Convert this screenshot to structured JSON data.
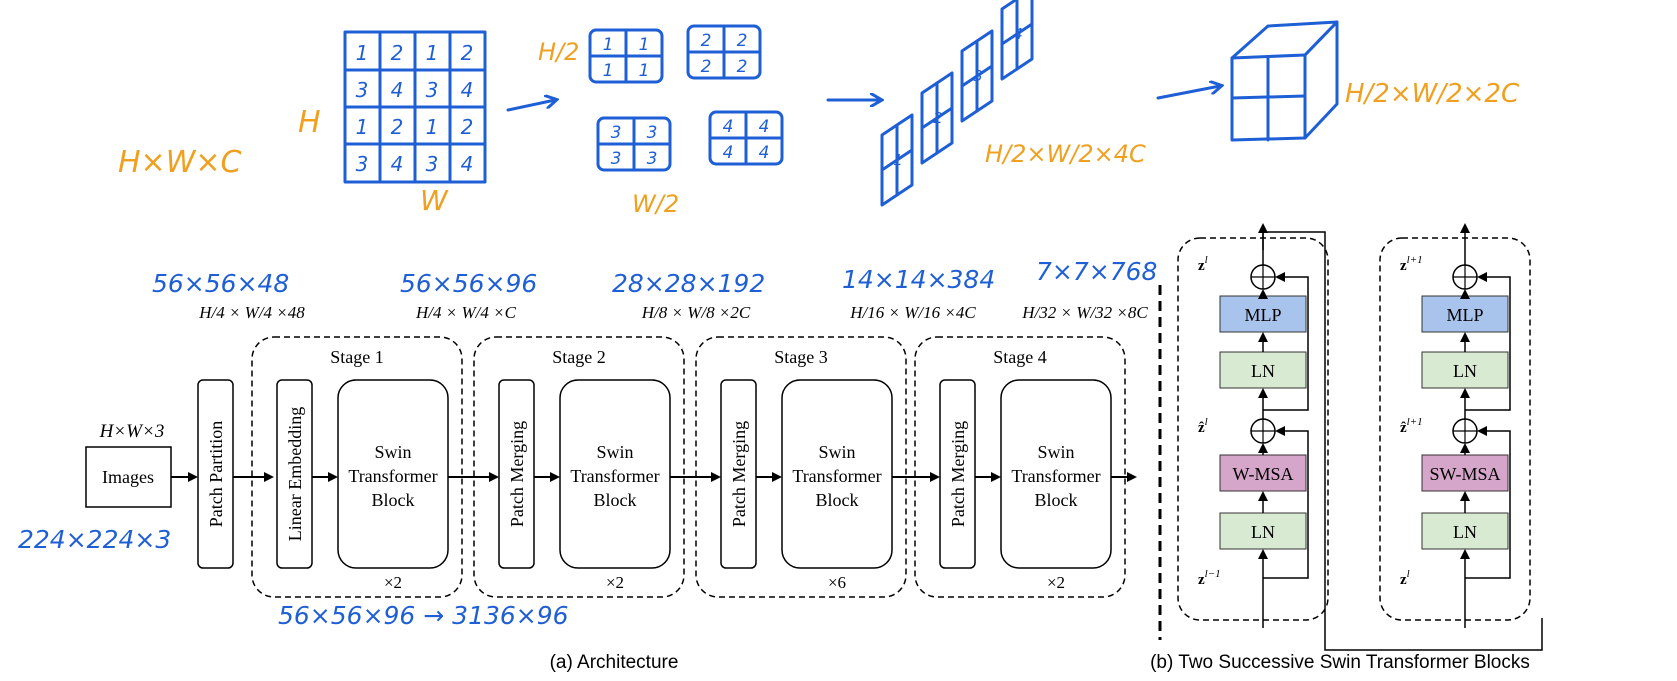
{
  "sketch": {
    "hwc": "H×W×C",
    "h_label": "H",
    "w_label": "W",
    "half_h": "H/2",
    "half_w": "W/2",
    "grid_cells": [
      "1",
      "2",
      "1",
      "2",
      "3",
      "4",
      "3",
      "4",
      "1",
      "2",
      "1",
      "2",
      "3",
      "4",
      "3",
      "4"
    ],
    "split_groups": [
      {
        "cells": [
          "1",
          "1",
          "1",
          "1"
        ]
      },
      {
        "cells": [
          "2",
          "2",
          "2",
          "2"
        ]
      },
      {
        "cells": [
          "3",
          "3",
          "3",
          "3"
        ]
      },
      {
        "cells": [
          "4",
          "4",
          "4",
          "4"
        ]
      }
    ],
    "stack_labels": [
      "1",
      "2",
      "3",
      "4"
    ],
    "dims_4c": "H/2×W/2×4C",
    "dims_2c": "H/2×W/2×2C"
  },
  "annotations": {
    "stage_in": "56×56×48",
    "stage1": "56×56×96",
    "stage2": "28×28×192",
    "stage3": "14×14×384",
    "stage4": "7×7×768",
    "image_size": "224×224×3",
    "bottom": "56×56×96 → 3136×96"
  },
  "architecture": {
    "input_dims": "H×W×3",
    "images_label": "Images",
    "patch_partition": "Patch Partition",
    "dims": [
      "H/4 × W/4 ×48",
      "H/4 × W/4 ×C",
      "H/8 × W/8 ×2C",
      "H/16 × W/16 ×4C",
      "H/32 × W/32 ×8C"
    ],
    "stages": [
      {
        "title": "Stage 1",
        "side": "Linear Embedding",
        "block": [
          "Swin",
          "Transformer",
          "Block"
        ],
        "repeat": "×2"
      },
      {
        "title": "Stage 2",
        "side": "Patch Merging",
        "block": [
          "Swin",
          "Transformer",
          "Block"
        ],
        "repeat": "×2"
      },
      {
        "title": "Stage 3",
        "side": "Patch Merging",
        "block": [
          "Swin",
          "Transformer",
          "Block"
        ],
        "repeat": "×6"
      },
      {
        "title": "Stage 4",
        "side": "Patch Merging",
        "block": [
          "Swin",
          "Transformer",
          "Block"
        ],
        "repeat": "×2"
      }
    ],
    "caption": "(a) Architecture"
  },
  "blocks": {
    "left": {
      "mlp": "MLP",
      "ln_top": "LN",
      "msa": "W-MSA",
      "ln_bottom": "LN",
      "z_out": "z^l",
      "z_mid": "ẑ^l",
      "z_in": "z^{l−1}"
    },
    "right": {
      "mlp": "MLP",
      "ln_top": "LN",
      "msa": "SW-MSA",
      "ln_bottom": "LN",
      "z_out": "z^{l+1}",
      "z_mid": "ẑ^{l+1}",
      "z_in": "z^l"
    },
    "caption": "(b) Two Successive Swin Transformer Blocks"
  },
  "colors": {
    "mlp": "#a9c4ec",
    "ln": "#d9ead3",
    "msa": "#d5a6c9",
    "handwriting_blue": "#1f5fd6",
    "handwriting_orange": "#f0a020"
  }
}
